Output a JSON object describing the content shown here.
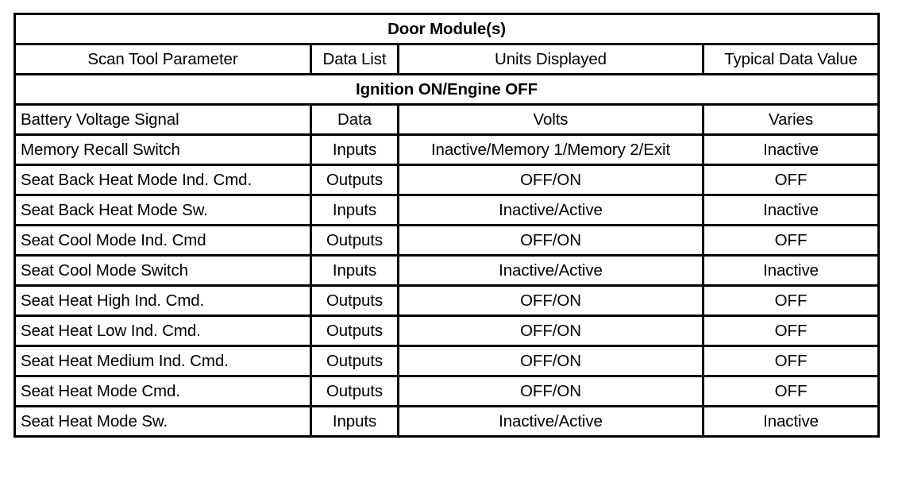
{
  "table": {
    "title": "Door Module(s)",
    "columns": [
      "Scan Tool Parameter",
      "Data List",
      "Units Displayed",
      "Typical Data Value"
    ],
    "section": "Ignition ON/Engine OFF",
    "rows": [
      {
        "parameter": "Battery Voltage Signal",
        "data_list": "Data",
        "units": "Volts",
        "typical": "Varies"
      },
      {
        "parameter": "Memory Recall Switch",
        "data_list": "Inputs",
        "units": "Inactive/Memory 1/Memory 2/Exit",
        "typical": "Inactive"
      },
      {
        "parameter": "Seat Back Heat Mode Ind. Cmd.",
        "data_list": "Outputs",
        "units": "OFF/ON",
        "typical": "OFF"
      },
      {
        "parameter": "Seat Back Heat Mode Sw.",
        "data_list": "Inputs",
        "units": "Inactive/Active",
        "typical": "Inactive"
      },
      {
        "parameter": "Seat Cool Mode Ind. Cmd",
        "data_list": "Outputs",
        "units": "OFF/ON",
        "typical": "OFF"
      },
      {
        "parameter": "Seat Cool Mode Switch",
        "data_list": "Inputs",
        "units": "Inactive/Active",
        "typical": "Inactive"
      },
      {
        "parameter": "Seat Heat High Ind. Cmd.",
        "data_list": "Outputs",
        "units": "OFF/ON",
        "typical": "OFF"
      },
      {
        "parameter": "Seat Heat Low Ind. Cmd.",
        "data_list": "Outputs",
        "units": "OFF/ON",
        "typical": "OFF"
      },
      {
        "parameter": "Seat Heat Medium Ind. Cmd.",
        "data_list": "Outputs",
        "units": "OFF/ON",
        "typical": "OFF"
      },
      {
        "parameter": "Seat Heat Mode Cmd.",
        "data_list": "Outputs",
        "units": "OFF/ON",
        "typical": "OFF"
      },
      {
        "parameter": "Seat Heat Mode Sw.",
        "data_list": "Inputs",
        "units": "Inactive/Active",
        "typical": "Inactive"
      }
    ]
  },
  "colors": {
    "border": "#000000",
    "background": "#ffffff",
    "text": "#000000"
  }
}
